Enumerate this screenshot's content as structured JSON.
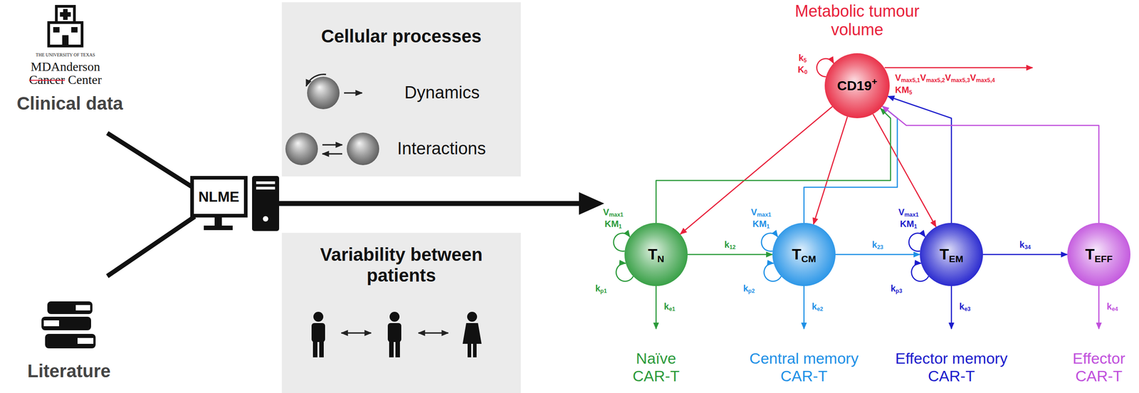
{
  "diagram": {
    "nodes": [
      {
        "text": [
          "Cellular processes",
          "Dynamics",
          "Interactions"
        ]
      },
      {
        "text": [
          "NLME"
        ]
      },
      {
        "text": [
          "Variability between patients"
        ]
      },
      {
        "text": [
          "Metabolic tumour volume",
          "CD19+"
        ]
      },
      {
        "text": [
          "TN",
          "Naïve CAR-T"
        ]
      },
      {
        "text": [
          "TCM",
          "Central memory CAR-T"
        ]
      },
      {
        "text": [
          "TEM",
          "Effector memory CAR-T"
        ]
      },
      {
        "text": [
          "TEFF",
          "Effector CAR-T"
        ]
      }
    ],
    "edges": [
      {
        "from": 4,
        "to": 5,
        "arrow": "to",
        "label": "k12"
      },
      {
        "from": 5,
        "to": 6,
        "arrow": "to",
        "label": "k23"
      },
      {
        "from": 6,
        "to": 7,
        "arrow": "to",
        "label": "k34"
      },
      {
        "from": 3,
        "to": 4,
        "arrow": "to"
      },
      {
        "from": 3,
        "to": 5,
        "arrow": "to"
      },
      {
        "from": 3,
        "to": 6,
        "arrow": "to"
      },
      {
        "from": 4,
        "to": 3,
        "arrow": "to"
      },
      {
        "from": 5,
        "to": 3,
        "arrow": "to"
      },
      {
        "from": 6,
        "to": 3,
        "arrow": "to"
      },
      {
        "from": 7,
        "to": 3,
        "arrow": "to"
      }
    ],
    "labels": [
      "THE UNIVERSITY OF TEXAS",
      "MDAnderson",
      "Cancer Center",
      "Clinical data",
      "Literature",
      "k5",
      "K0",
      "Vmax5,1Vmax5,2Vmax5,3Vmax5,4",
      "KM5",
      "Vmax1",
      "KM1",
      "kp1",
      "ke1",
      "Vmax1",
      "KM1",
      "kp2",
      "ke2",
      "Vmax1",
      "KM1",
      "kp3",
      "ke3",
      "ke4"
    ]
  }
}
